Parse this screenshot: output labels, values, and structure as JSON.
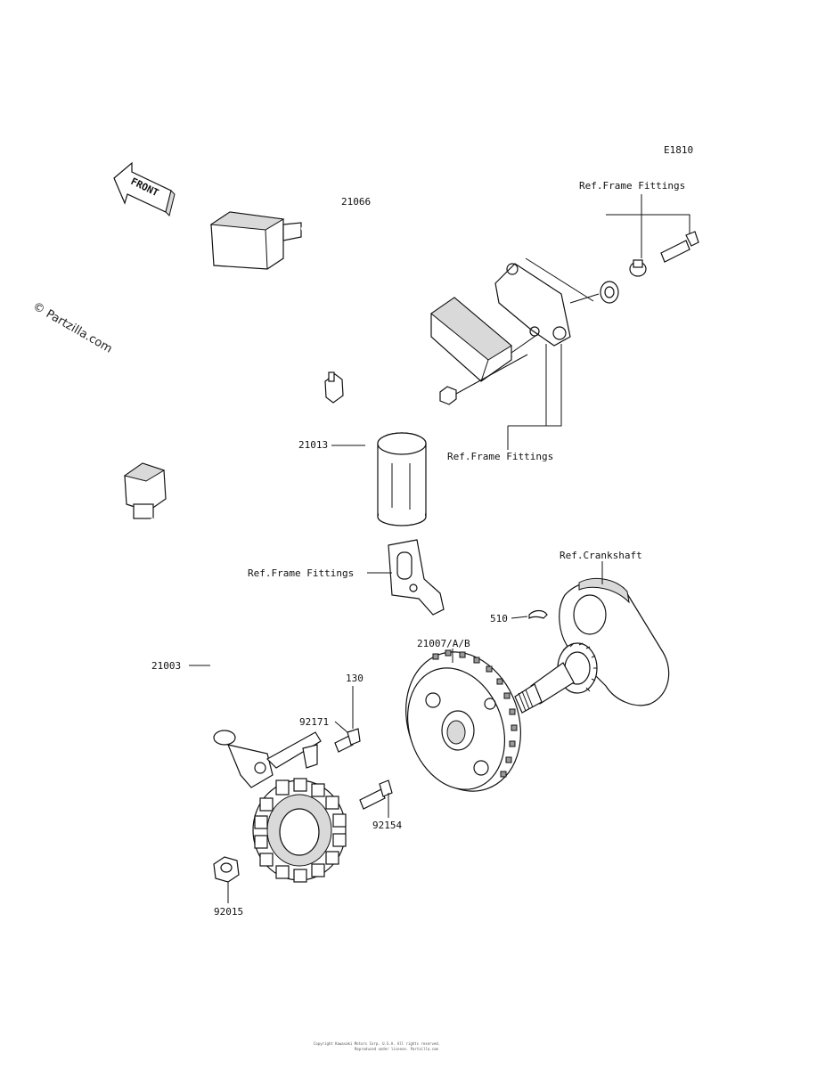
{
  "diagram_code": "E1810",
  "front_label": "FRONT",
  "watermark": "© Partzilla.com",
  "labels": {
    "regulator": "21066",
    "frame_fittings_top": "Ref.Frame Fittings",
    "frame_fittings_mid": "Ref.Frame Fittings",
    "condenser": "21013",
    "frame_fittings_left": "Ref.Frame Fittings",
    "crankshaft": "Ref.Crankshaft",
    "key": "510",
    "rotor": "21007/A/B",
    "stator": "21003",
    "bolt_130": "130",
    "clamp": "92171",
    "bolt_92154": "92154",
    "nut": "92015"
  },
  "footer": {
    "line1": "Copyright Kawasaki Motors Corp. U.S.A. All rights reserved.",
    "line2": "Reproduced under license. Partzilla.com"
  }
}
